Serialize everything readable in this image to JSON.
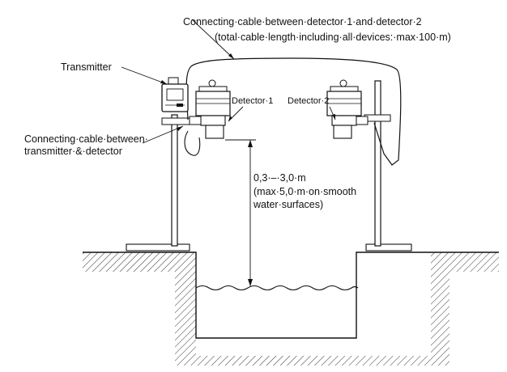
{
  "labels": {
    "cable_between_detectors_line1": "Connecting·cable·between·detector·1·and·detector·2",
    "cable_between_detectors_line2": "(total·cable·length·including·all·devices:·max·100·m)",
    "transmitter": "Transmitter",
    "detector1": "Detector·1",
    "detector2": "Detector·2",
    "cable_transmitter_line1": "Connecting·cable·between·",
    "cable_transmitter_line2": "transmitter·&·detector",
    "distance_line1": "0,3·–·3,0·m",
    "distance_line2": "(max·5,0·m·on·smooth",
    "distance_line3": "water·surfaces)"
  },
  "colors": {
    "ink": "#111111",
    "hatch": "#333333",
    "background": "#ffffff"
  }
}
